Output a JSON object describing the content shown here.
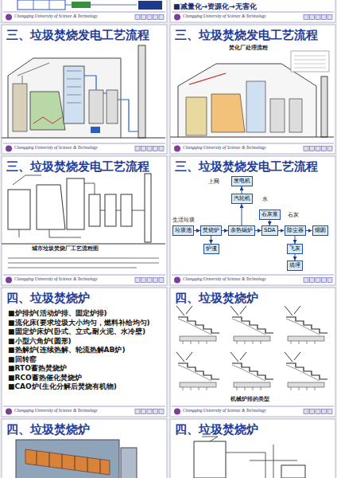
{
  "diagram": {
    "nodes": [
      {
        "text": [
          "发电机"
        ]
      },
      {
        "text": [
          "汽轮机"
        ]
      },
      {
        "text": [
          "石灰浆"
        ]
      },
      {
        "text": [
          "垃圾池"
        ]
      },
      {
        "text": [
          "焚烧炉"
        ]
      },
      {
        "text": [
          "余热锅炉"
        ]
      },
      {
        "text": [
          "SDA"
        ]
      },
      {
        "text": [
          "除尘器"
        ]
      },
      {
        "text": [
          "烟囱"
        ]
      },
      {
        "text": [
          "炉渣"
        ]
      },
      {
        "text": [
          "飞灰"
        ]
      },
      {
        "text": [
          "填埋"
        ]
      }
    ],
    "edges": [
      {
        "from": 3,
        "to": 4,
        "arrow": "to"
      },
      {
        "from": 4,
        "to": 5,
        "arrow": "to"
      },
      {
        "from": 5,
        "to": 6,
        "arrow": "to"
      },
      {
        "from": 6,
        "to": 7,
        "arrow": "to"
      },
      {
        "from": 7,
        "to": 8,
        "arrow": "to"
      },
      {
        "from": 5,
        "to": 1,
        "arrow": "to"
      },
      {
        "from": 1,
        "to": 0,
        "arrow": "to"
      },
      {
        "from": 2,
        "to": 6,
        "arrow": "to"
      },
      {
        "from": 4,
        "to": 9,
        "arrow": "to"
      },
      {
        "from": 7,
        "to": 10,
        "arrow": "to"
      },
      {
        "from": 10,
        "to": 11,
        "arrow": "to"
      }
    ],
    "labels": [
      "Chongqing University of Science & Technology",
      "■减量化→资源化→无害化",
      "Chongqing University of Science & Technology",
      "三、垃圾焚烧发电工艺流程",
      "三、垃圾焚烧发电工艺流程",
      "焚化厂处理流程",
      "Chongqing University of Science & Technology",
      "Chongqing University of Science & Technology",
      "三、垃圾焚烧发电工艺流程",
      "三、垃圾焚烧发电工艺流程",
      "城市垃圾焚烧厂工艺流程图",
      "上网",
      "水",
      "石灰",
      "生活垃圾",
      "Chongqing University of Science & Technology",
      "Chongqing University of Science & Technology",
      "四、垃圾焚烧炉",
      "四、垃圾焚烧炉",
      "■炉排炉(活动炉排、固定炉排)",
      "■流化床(要求垃圾大小均匀，燃料补给均匀)",
      "■固定炉床炉(卧式、立式,耐火泥、水冷壁)",
      "■小型六角炉(圆形)",
      "■热解炉(连续热解、轮流热解AB炉)",
      "■回转窑",
      "■RTO蓄热焚烧炉",
      "■RCO蓄热催化焚烧炉",
      "■CAO炉(生化分解后焚烧有机物)",
      "机械炉排的类型",
      "Chongqing University of Science & Technology",
      "Chongqing University of Science & Technology",
      "四、垃圾焚烧炉",
      "四、垃圾焚烧炉"
    ]
  }
}
